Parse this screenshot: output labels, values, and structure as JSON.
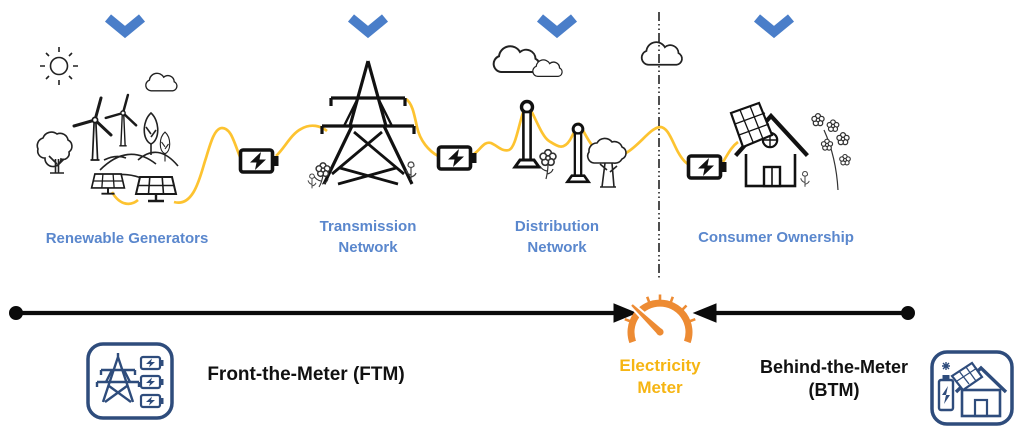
{
  "figure": {
    "stages": [
      {
        "id": "renewable-generators",
        "label": "Renewable Generators"
      },
      {
        "id": "transmission-network",
        "label": "Transmission\nNetwork"
      },
      {
        "id": "distribution-network",
        "label": "Distribution\nNetwork"
      },
      {
        "id": "consumer-ownership",
        "label": "Consumer Ownership"
      }
    ],
    "meter": {
      "label": "Electricity\nMeter"
    },
    "zones": {
      "ftm": {
        "label": "Front-the-Meter (FTM)",
        "direction": "left-to-right"
      },
      "btm": {
        "label": "Behind-the-Meter\n(BTM)",
        "direction": "right-to-left"
      }
    },
    "colors": {
      "stage_label_blue": "#5a87cd",
      "chevron_blue": "#4a7ec9",
      "wire_yellow": "#fdc330",
      "meter_orange": "#ed8b33",
      "meter_label_amber": "#f6b513",
      "badge_navy": "#2e4c7c",
      "line_black": "#111111"
    },
    "icons": [
      "chevron-down-icon",
      "sun-icon",
      "cloud-icon",
      "wind-turbine-icon",
      "tree-icon",
      "solar-panel-icon",
      "battery-storage-icon",
      "transmission-tower-icon",
      "distribution-pole-icon",
      "flower-icon",
      "house-solar-icon",
      "divider-dashdot-line",
      "ftm-arrow",
      "btm-arrow",
      "electricity-meter-gauge-icon",
      "grid-storage-badge-icon",
      "home-storage-badge-icon"
    ]
  }
}
